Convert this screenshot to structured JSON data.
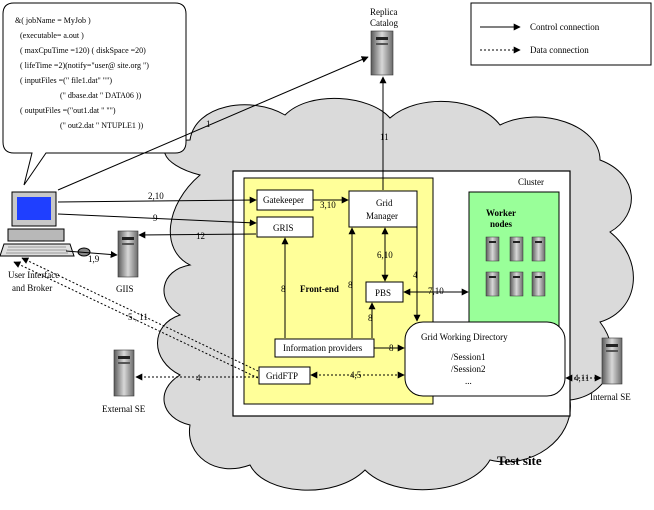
{
  "legend": {
    "control": "Control connection",
    "data": "Data connection"
  },
  "job_description": [
    "&( jobName = MyJob )",
    "(executable=  a.out )",
    "( maxCpuTime  =120) ( diskSpace  =20)",
    "( lifeTime =2)(notify=\"user@   site.org \")",
    "( inputFiles =(\" file1.dat\" \"\")",
    "(\"     dbase.dat \" DATA06  ))",
    "( outputFiles =(\"out1.dat \" \"\")",
    "(\"      out2.dat \" NTUPLE1 ))"
  ],
  "labels": {
    "replica_catalog_1": "Replica",
    "replica_catalog_2": "Catalog",
    "cluster": "Cluster",
    "front_end": "Front-end",
    "worker_nodes_1": "Worker",
    "worker_nodes_2": "nodes",
    "gatekeeper": "Gatekeeper",
    "gris": "GRIS",
    "grid_manager_1": "Grid",
    "grid_manager_2": "Manager",
    "pbs": "PBS",
    "info_providers": "Information providers",
    "gridftp": "GridFTP",
    "gwd_title": "Grid Working Directory",
    "session1": "/Session1",
    "session2": "/Session2",
    "ellipsis": "...",
    "giis": "GIIS",
    "ui_1": "User Interface",
    "ui_2": "and Broker",
    "external_se": "External SE",
    "internal_se": "Internal SE",
    "test_site": "Test site"
  },
  "edge_labels": {
    "e1": "1",
    "e_210": "2,10",
    "e_9": "9",
    "e_12": "12",
    "e_19": "1,9",
    "e_310": "3,10",
    "e_11": "11",
    "e_610": "6,10",
    "e_4a": "4",
    "e_710": "7,10",
    "e_8a": "8",
    "e_8b": "8",
    "e_8c": "8",
    "e_8d": "8",
    "e_511": "5 , 11",
    "e_4b": "4",
    "e_45": "4,5",
    "e_411": "4,11"
  }
}
